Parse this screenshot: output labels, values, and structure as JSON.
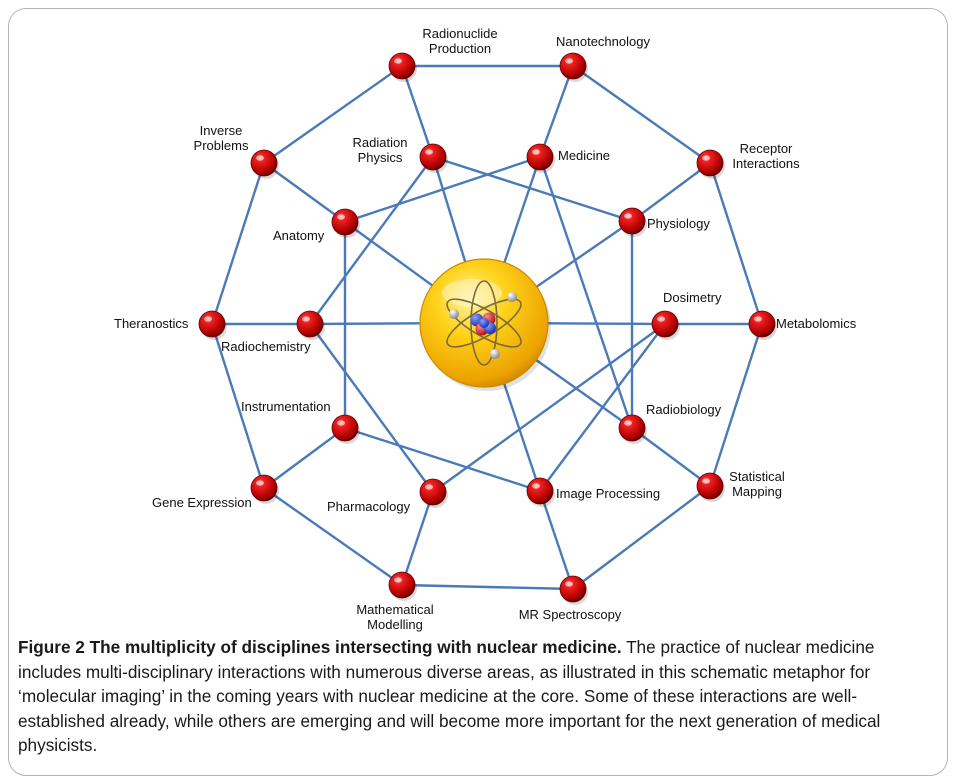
{
  "figure": {
    "title": "Figure 2 The multiplicity of disciplines intersecting with nuclear medicine.",
    "caption": "The practice of nuclear medicine includes multi-disciplinary interactions with numerous diverse areas, as illustrated in this schematic metaphor for ‘molecular imaging’ in the coming years with nuclear medicine at the core. Some of these interactions are well-established already, while others are emerging and will become more important for the next generation of medical physicists."
  },
  "diagram": {
    "center_icon": "atom-icon",
    "colors": {
      "node": "#cc0000",
      "edge": "#4a7ab8",
      "core": "#f5b800"
    },
    "nodes": [
      {
        "id": "radionuclide",
        "label": [
          "Radionuclide",
          "Production"
        ]
      },
      {
        "id": "nanotech",
        "label": [
          "Nanotechnology"
        ]
      },
      {
        "id": "inverse",
        "label": [
          "Inverse",
          "Problems"
        ]
      },
      {
        "id": "radphysics",
        "label": [
          "Radiation",
          "Physics"
        ]
      },
      {
        "id": "medicine",
        "label": [
          "Medicine"
        ]
      },
      {
        "id": "receptor",
        "label": [
          "Receptor",
          "Interactions"
        ]
      },
      {
        "id": "anatomy",
        "label": [
          "Anatomy"
        ]
      },
      {
        "id": "physiology",
        "label": [
          "Physiology"
        ]
      },
      {
        "id": "theranostics",
        "label": [
          "Theranostics"
        ]
      },
      {
        "id": "radiochem",
        "label": [
          "Radiochemistry"
        ]
      },
      {
        "id": "dosimetry",
        "label": [
          "Dosimetry"
        ]
      },
      {
        "id": "metabolomics",
        "label": [
          "Metabolomics"
        ]
      },
      {
        "id": "instrumentation",
        "label": [
          "Instrumentation"
        ]
      },
      {
        "id": "radiobiology",
        "label": [
          "Radiobiology"
        ]
      },
      {
        "id": "gene",
        "label": [
          "Gene Expression"
        ]
      },
      {
        "id": "pharmacology",
        "label": [
          "Pharmacology"
        ]
      },
      {
        "id": "imageproc",
        "label": [
          "Image Processing"
        ]
      },
      {
        "id": "statmap",
        "label": [
          "Statistical",
          "Mapping"
        ]
      },
      {
        "id": "mathmodel",
        "label": [
          "Mathematical",
          "Modelling"
        ]
      },
      {
        "id": "mrspec",
        "label": [
          "MR Spectroscopy"
        ]
      }
    ],
    "edges": [
      [
        "radionuclide",
        "nanotech"
      ],
      [
        "nanotech",
        "receptor"
      ],
      [
        "receptor",
        "metabolomics"
      ],
      [
        "metabolomics",
        "statmap"
      ],
      [
        "statmap",
        "mrspec"
      ],
      [
        "mrspec",
        "mathmodel"
      ],
      [
        "mathmodel",
        "gene"
      ],
      [
        "gene",
        "theranostics"
      ],
      [
        "theranostics",
        "inverse"
      ],
      [
        "inverse",
        "radionuclide"
      ],
      [
        "radionuclide",
        "radphysics"
      ],
      [
        "nanotech",
        "medicine"
      ],
      [
        "receptor",
        "physiology"
      ],
      [
        "metabolomics",
        "dosimetry"
      ],
      [
        "statmap",
        "radiobiology"
      ],
      [
        "mrspec",
        "imageproc"
      ],
      [
        "mathmodel",
        "pharmacology"
      ],
      [
        "gene",
        "instrumentation"
      ],
      [
        "theranostics",
        "radiochem"
      ],
      [
        "inverse",
        "anatomy"
      ],
      [
        "radphysics",
        "physiology"
      ],
      [
        "medicine",
        "anatomy"
      ],
      [
        "medicine",
        "radiobiology"
      ],
      [
        "radphysics",
        "radiochem"
      ],
      [
        "physiology",
        "radiobiology"
      ],
      [
        "anatomy",
        "instrumentation"
      ],
      [
        "radiochem",
        "pharmacology"
      ],
      [
        "instrumentation",
        "imageproc"
      ],
      [
        "pharmacology",
        "dosimetry"
      ],
      [
        "imageproc",
        "dosimetry"
      ],
      [
        "radphysics",
        "core"
      ],
      [
        "medicine",
        "core"
      ],
      [
        "anatomy",
        "core"
      ],
      [
        "physiology",
        "core"
      ],
      [
        "radiochem",
        "core"
      ],
      [
        "dosimetry",
        "core"
      ],
      [
        "radiobiology",
        "core"
      ],
      [
        "imageproc",
        "core"
      ]
    ]
  }
}
